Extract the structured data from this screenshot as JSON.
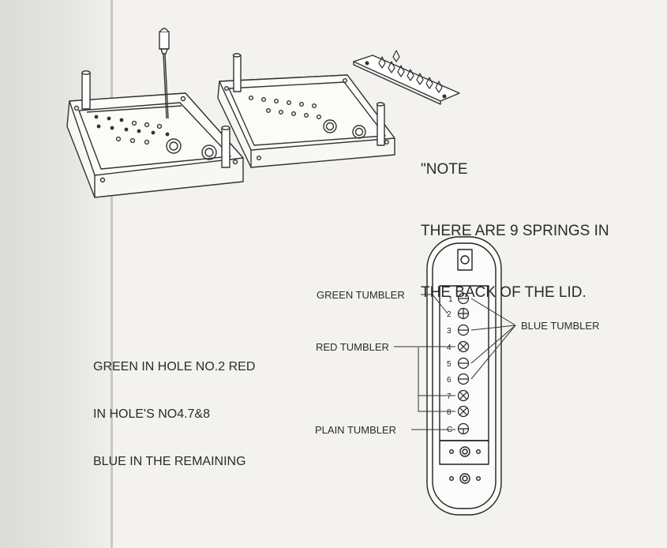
{
  "note": {
    "line1": "\"NOTE",
    "line2": "THERE ARE 9 SPRINGS IN",
    "line3": "THE BACK OF THE LID."
  },
  "instruction": {
    "line1": "GREEN IN HOLE NO.2 RED",
    "line2": "IN HOLE'S NO4.7&8",
    "line3": "BLUE IN THE REMAINING"
  },
  "labels": {
    "green": "GREEN TUMBLER",
    "red": "RED TUMBLER",
    "plain": "PLAIN TUMBLER",
    "blue": "BLUE TUMBLER"
  },
  "tumbler_numbers": [
    "1",
    "2",
    "3",
    "4",
    "5",
    "6",
    "7",
    "8",
    "C"
  ],
  "colors": {
    "ink": "#2b2b2b",
    "paper": "#f3f2ee"
  }
}
